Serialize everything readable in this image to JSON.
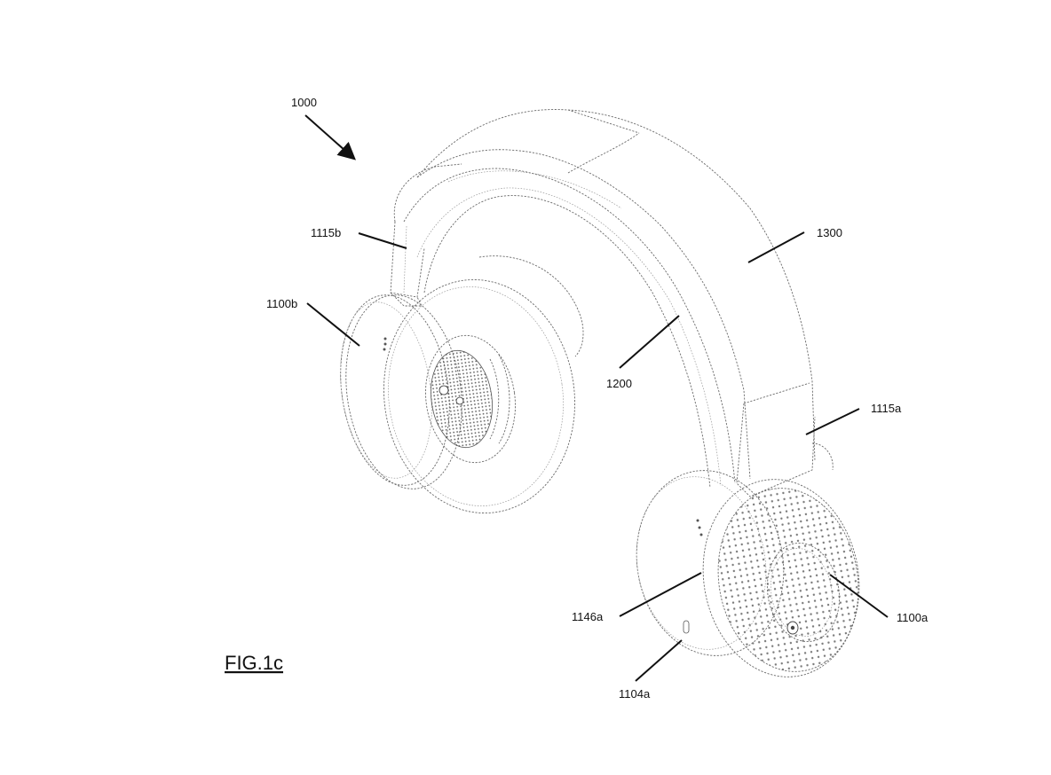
{
  "figure_label": "FIG.1c",
  "reference_numerals": {
    "assembly": "1000",
    "headband_cover": "1300",
    "headband": "1200",
    "arm_b": "1115b",
    "arm_a": "1115a",
    "earcup_b": "1100b",
    "earcup_a": "1100a",
    "cushion_a": "1146a",
    "control_a": "1104a"
  },
  "colors": {
    "line": "#6b6b6b",
    "leader": "#111111",
    "background": "#ffffff"
  }
}
